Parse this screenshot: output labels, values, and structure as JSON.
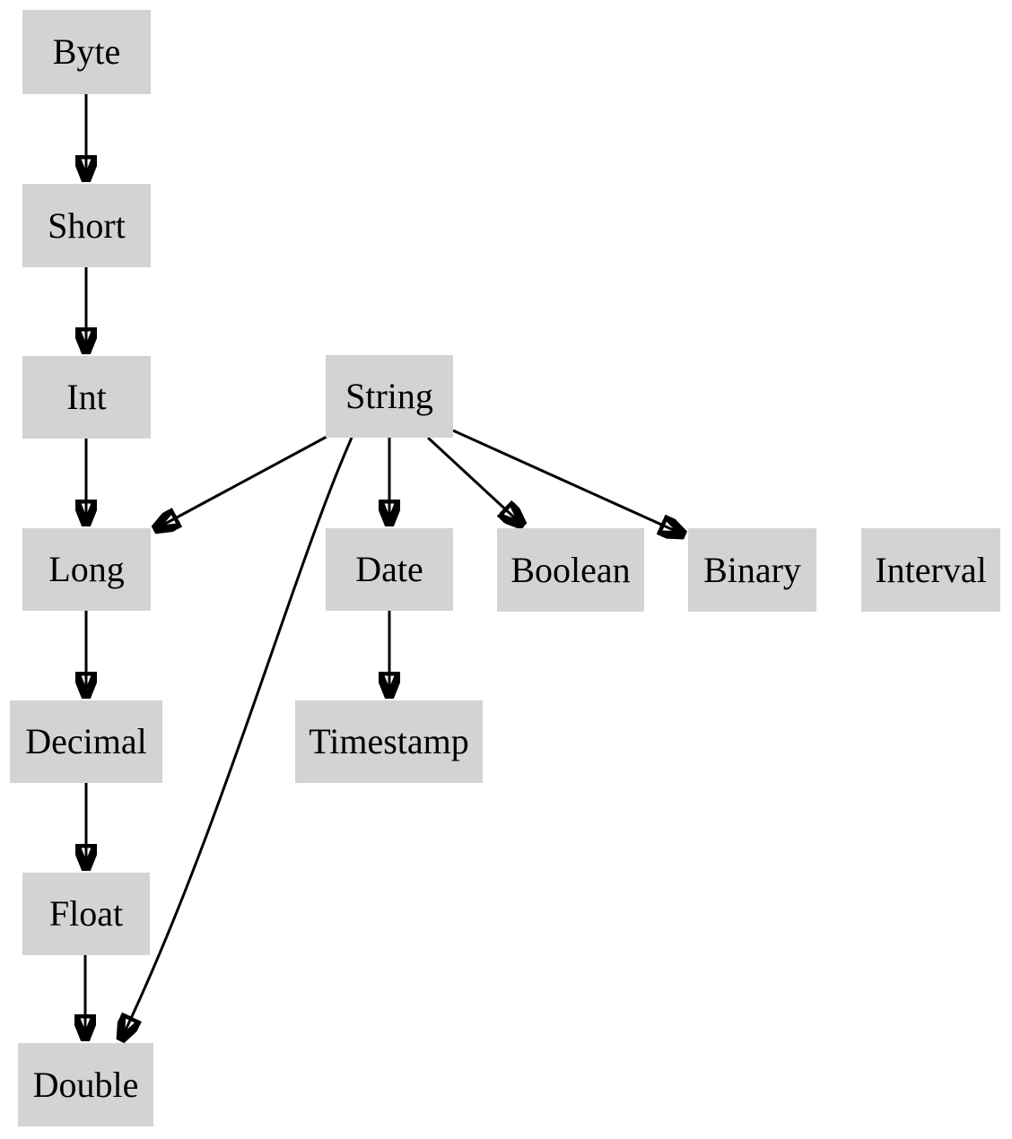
{
  "diagram": {
    "type": "directed-graph",
    "colors": {
      "background": "#ffffff",
      "node_fill": "#d3d3d3",
      "text": "#000000",
      "edge": "#000000"
    },
    "nodes": [
      {
        "id": "byte",
        "label": "Byte"
      },
      {
        "id": "short",
        "label": "Short"
      },
      {
        "id": "int",
        "label": "Int"
      },
      {
        "id": "string",
        "label": "String"
      },
      {
        "id": "long",
        "label": "Long"
      },
      {
        "id": "date",
        "label": "Date"
      },
      {
        "id": "boolean",
        "label": "Boolean"
      },
      {
        "id": "binary",
        "label": "Binary"
      },
      {
        "id": "interval",
        "label": "Interval"
      },
      {
        "id": "decimal",
        "label": "Decimal"
      },
      {
        "id": "timestamp",
        "label": "Timestamp"
      },
      {
        "id": "float",
        "label": "Float"
      },
      {
        "id": "double",
        "label": "Double"
      }
    ],
    "edges": [
      {
        "from": "Byte",
        "to": "Short"
      },
      {
        "from": "Short",
        "to": "Int"
      },
      {
        "from": "Int",
        "to": "Long"
      },
      {
        "from": "Long",
        "to": "Decimal"
      },
      {
        "from": "Decimal",
        "to": "Float"
      },
      {
        "from": "Float",
        "to": "Double"
      },
      {
        "from": "String",
        "to": "Long"
      },
      {
        "from": "String",
        "to": "Date"
      },
      {
        "from": "String",
        "to": "Boolean"
      },
      {
        "from": "String",
        "to": "Binary"
      },
      {
        "from": "String",
        "to": "Double"
      },
      {
        "from": "Date",
        "to": "Timestamp"
      }
    ]
  }
}
